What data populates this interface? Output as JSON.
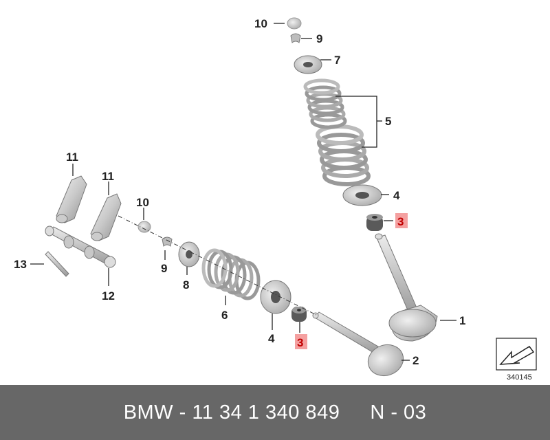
{
  "diagram": {
    "callouts": {
      "c1": "1",
      "c2": "2",
      "c3a": "3",
      "c3b": "3",
      "c4a": "4",
      "c4b": "4",
      "c5": "5",
      "c6": "6",
      "c7": "7",
      "c8": "8",
      "c9a": "9",
      "c9b": "9",
      "c10a": "10",
      "c10b": "10",
      "c11a": "11",
      "c11b": "11",
      "c12": "12",
      "c13": "13"
    },
    "highlight_color": "#f4a0a0",
    "reference_number": "340145"
  },
  "footer": {
    "part_number": "BMW - 11 34 1 340 849",
    "code": "N - 03"
  }
}
